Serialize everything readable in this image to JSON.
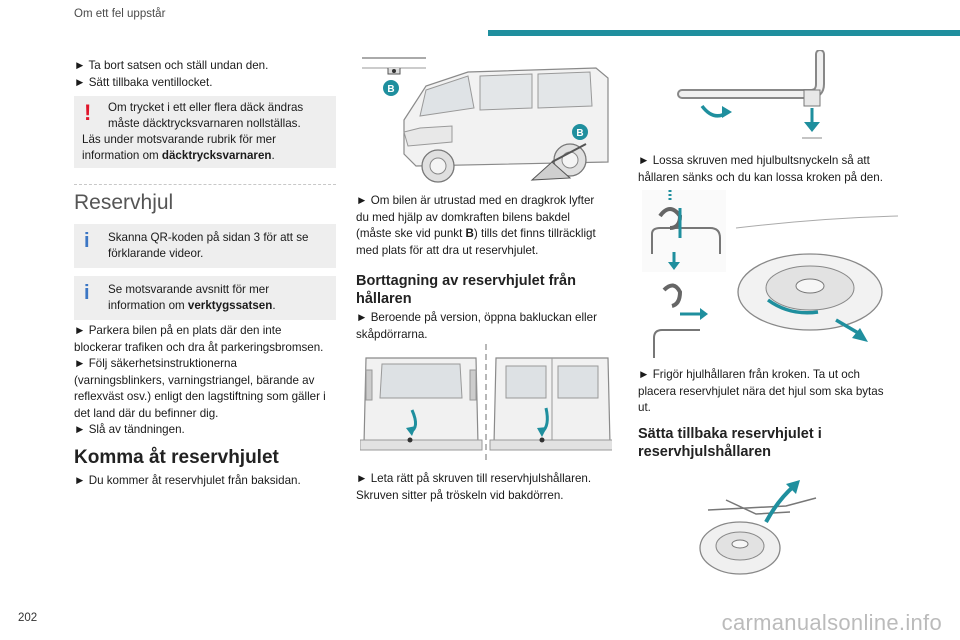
{
  "header": {
    "title": "Om ett fel uppstår"
  },
  "page_number": "202",
  "watermark": "carmanualsonline.info",
  "col1": {
    "top_lines": [
      "► Ta bort satsen och ställ undan den.",
      "► Sätt tillbaka ventillocket."
    ],
    "warn_note": {
      "line1": "Om trycket i ett eller flera däck ändras",
      "line2": "måste däcktrycksvarnaren nollställas.",
      "line3": "Läs under motsvarande rubrik för mer",
      "line4_pre": "information om ",
      "line4_bold": "däcktrycksvarnaren",
      "line4_post": "."
    },
    "heading_reservhjul": "Reservhjul",
    "info1": {
      "line1": "Skanna QR-koden på sidan 3 för att se",
      "line2": "förklarande videor."
    },
    "info2": {
      "line1": "Se motsvarande avsnitt för mer",
      "line2_pre": "information om ",
      "line2_bold": "verktygssatsen",
      "line2_post": "."
    },
    "steps": [
      "► Parkera bilen på en plats där den inte",
      "blockerar trafiken och dra åt parkeringsbromsen.",
      "► Följ säkerhetsinstruktionerna",
      "(varningsblinkers, varningstriangel, bärande av",
      "reflexväst osv.) enligt den lagstiftning som gäller i",
      "det land där du befinner dig.",
      "► Slå av tändningen."
    ],
    "heading_komma": "Komma åt reservhjulet",
    "komma_text": "► Du kommer åt reservhjulet från baksidan."
  },
  "col2": {
    "label_b": "B",
    "jack_text": [
      "► Om bilen är utrustad med en dragkrok lyfter",
      "du med hjälp av domkraften bilens bakdel",
      "(måste ske vid punkt ",
      "B",
      ") tills det finns tillräckligt",
      "med plats för att dra ut reservhjulet."
    ],
    "heading_borttagning": [
      "Borttagning av reservhjulet från",
      "hållaren"
    ],
    "borttagning_text": [
      "► Beroende på version, öppna bakluckan eller",
      "skåpdörrarna."
    ],
    "leta_text": [
      "► Leta rätt på skruven till reservhjulshållaren.",
      "Skruven sitter på tröskeln vid bakdörren."
    ]
  },
  "col3": {
    "lossa_text": [
      "► Lossa skruven med hjulbultsnyckeln så att",
      "hållaren sänks och du kan lossa kroken på den."
    ],
    "frigor_text": [
      "► Frigör hjulhållaren från kroken. Ta ut och",
      "placera reservhjulet nära det hjul som ska bytas",
      "ut."
    ],
    "heading_satta": [
      "Sätta tillbaka reservhjulet i",
      "reservhjulshållaren"
    ]
  },
  "colors": {
    "accent": "#1f8f9e",
    "warning": "#e0152a",
    "info": "#3b76c4",
    "note_bg": "#eeeeee"
  }
}
